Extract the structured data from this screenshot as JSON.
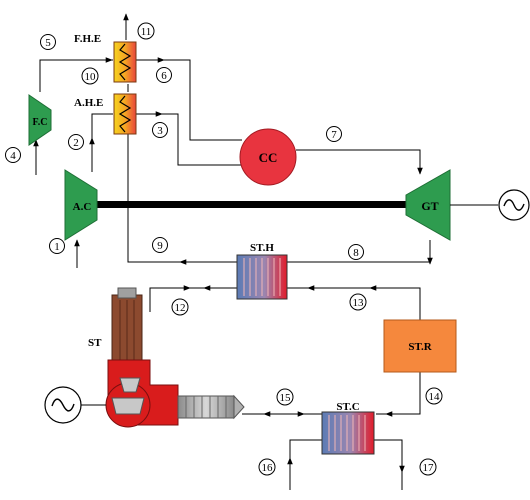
{
  "components": {
    "fc": "F.C",
    "ac": "A.C",
    "fhe": "F.H.E",
    "ahe": "A.H.E",
    "cc": "CC",
    "gt": "GT",
    "sth": "ST.H",
    "str": "ST.R",
    "st": "ST",
    "stc": "ST.C"
  },
  "streams": [
    "1",
    "2",
    "3",
    "4",
    "5",
    "6",
    "7",
    "8",
    "9",
    "10",
    "11",
    "12",
    "13",
    "14",
    "15",
    "16",
    "17"
  ],
  "colors": {
    "compressor_green": "#2e9c4f",
    "combustion_red": "#e8343f",
    "str_orange": "#f5883d",
    "hx_red": "#e21b2a",
    "hx_blue": "#5b7bb5",
    "shaft": "#000000",
    "turbine_red": "#d91c1c",
    "turbine_brown": "#8c4a2f"
  },
  "icons": [
    "generator-symbol-right",
    "generator-symbol-left"
  ]
}
